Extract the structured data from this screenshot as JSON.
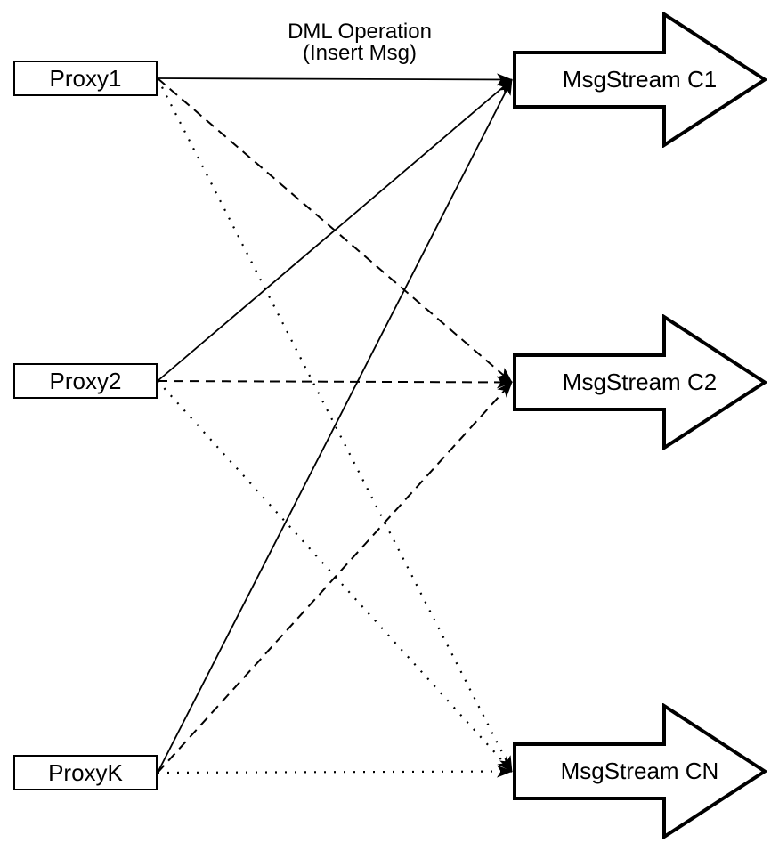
{
  "diagram": {
    "title_lines": [
      "DML Operation",
      "(Insert Msg)"
    ],
    "proxies": [
      {
        "label": "Proxy1"
      },
      {
        "label": "Proxy2"
      },
      {
        "label": "ProxyK"
      }
    ],
    "streams": [
      {
        "label": "MsgStream C1",
        "line_style": "solid"
      },
      {
        "label": "MsgStream C2",
        "line_style": "dashed"
      },
      {
        "label": "MsgStream CN",
        "line_style": "dotted"
      }
    ],
    "connections": [
      {
        "from": "Proxy1",
        "to": "MsgStream C1",
        "style": "solid"
      },
      {
        "from": "Proxy1",
        "to": "MsgStream C2",
        "style": "dashed"
      },
      {
        "from": "Proxy1",
        "to": "MsgStream CN",
        "style": "dotted"
      },
      {
        "from": "Proxy2",
        "to": "MsgStream C1",
        "style": "solid"
      },
      {
        "from": "Proxy2",
        "to": "MsgStream C2",
        "style": "dashed"
      },
      {
        "from": "Proxy2",
        "to": "MsgStream CN",
        "style": "dotted"
      },
      {
        "from": "ProxyK",
        "to": "MsgStream C1",
        "style": "solid"
      },
      {
        "from": "ProxyK",
        "to": "MsgStream C2",
        "style": "dashed"
      },
      {
        "from": "ProxyK",
        "to": "MsgStream CN",
        "style": "dotted"
      }
    ],
    "colors": {
      "stroke": "#000000",
      "fill": "#ffffff"
    }
  }
}
